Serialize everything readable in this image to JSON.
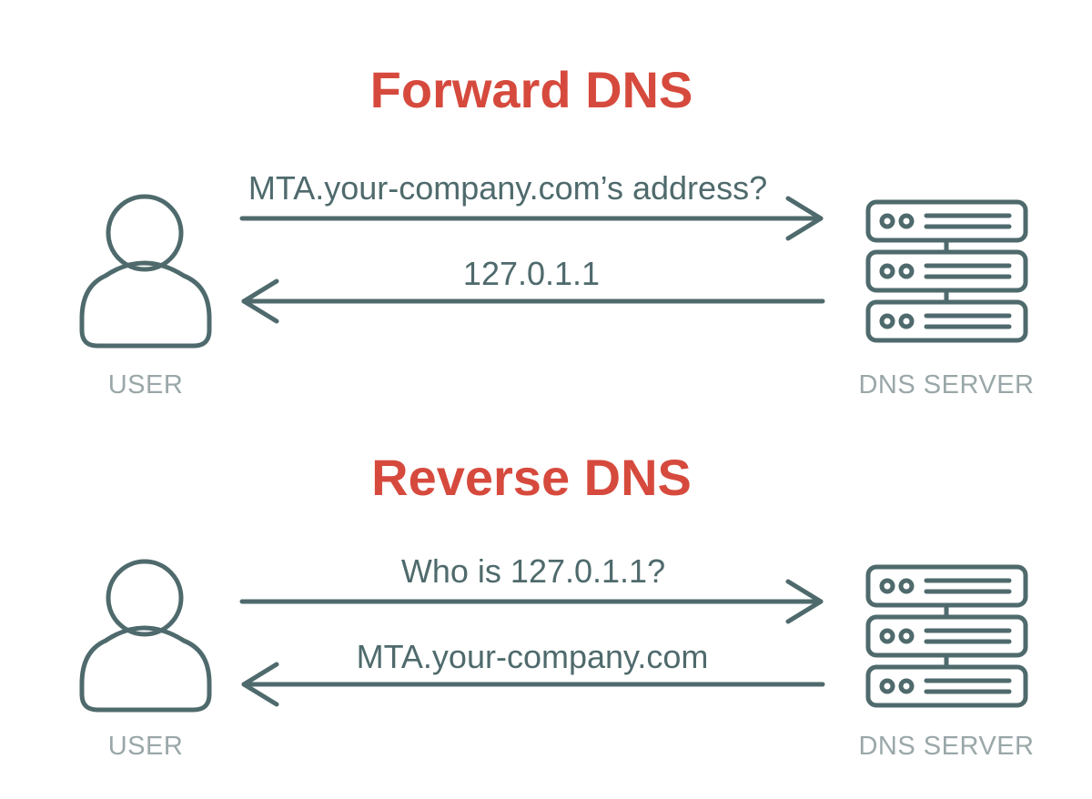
{
  "colors": {
    "title": "#d64a3d",
    "stroke": "#4f6a6c",
    "node_label": "#9aa7a9",
    "background": "#ffffff"
  },
  "forward": {
    "title": "Forward DNS",
    "request": "MTA.your-company.com’s address?",
    "response": "127.0.1.1",
    "left_label": "USER",
    "right_label": "DNS SERVER",
    "left_icon": "user-icon",
    "right_icon": "server-icon"
  },
  "reverse": {
    "title": "Reverse DNS",
    "request": "Who is 127.0.1.1?",
    "response": "MTA.your-company.com",
    "left_label": "USER",
    "right_label": "DNS SERVER",
    "left_icon": "user-icon",
    "right_icon": "server-icon"
  }
}
